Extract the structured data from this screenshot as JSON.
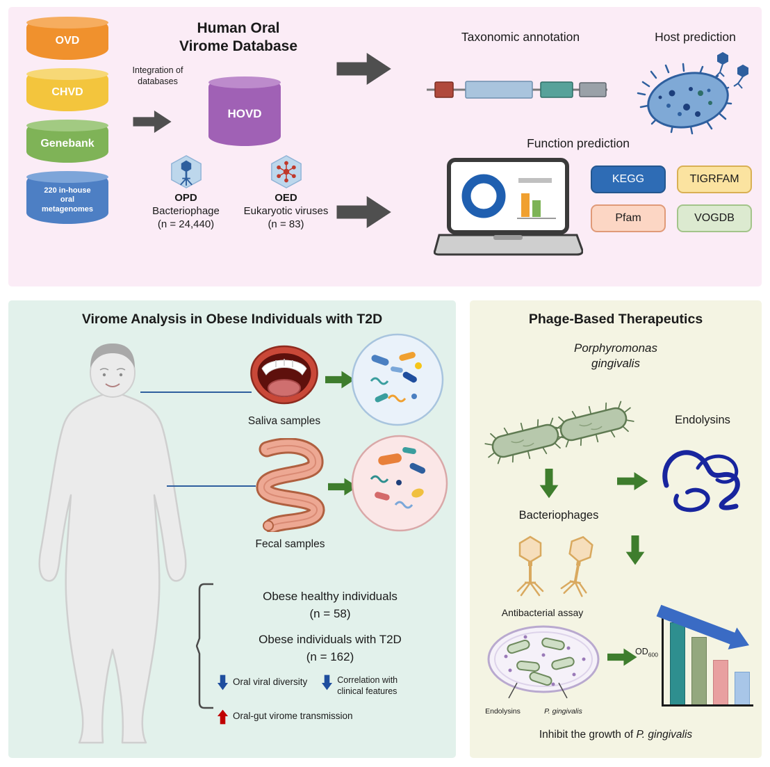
{
  "meta": {
    "figure_type": "graphical abstract"
  },
  "colors": {
    "top_panel_bg": "#fbecf6",
    "left_panel_bg": "#e2f1eb",
    "right_panel_bg": "#f4f4e3",
    "arrow_gray": "#4f4f4f",
    "arrow_green": "#3e7d2d",
    "finding_down_blue": "#1f4e9e",
    "finding_up_red": "#c00000",
    "trend_arrow_blue": "#3a6bc4",
    "hovd_purple": "#a061b5"
  },
  "top_panel": {
    "title": "Human Oral\nVirome Database",
    "integration_label": "Integration of\ndatabases",
    "databases": [
      {
        "label": "OVD",
        "body_color": "#f0912d"
      },
      {
        "label": "CHVD",
        "body_color": "#f3c53d"
      },
      {
        "label": "Genebank",
        "body_color": "#7fb357"
      },
      {
        "label": "220 in-house\noral\nmetagenomes",
        "body_color": "#4d7fc4"
      }
    ],
    "hovd_label": "HOVD",
    "opd": {
      "name": "OPD",
      "desc": "Bacteriophage",
      "count": "(n = 24,440)"
    },
    "oed": {
      "name": "OED",
      "desc": "Eukaryotic viruses",
      "count": "(n = 83)"
    },
    "taxonomic_title": "Taxonomic annotation",
    "host_title": "Host prediction",
    "function_title": "Function prediction",
    "badges": [
      {
        "label": "KEGG",
        "bg": "#2e6cb5",
        "fg": "#ffffff"
      },
      {
        "label": "TIGRFAM",
        "bg": "#fbe3a0",
        "fg": "#1a1a1a"
      },
      {
        "label": "Pfam",
        "bg": "#fcd6c4",
        "fg": "#1a1a1a"
      },
      {
        "label": "VOGDB",
        "bg": "#dcead0",
        "fg": "#1a1a1a"
      }
    ]
  },
  "left_panel": {
    "title": "Virome Analysis in Obese Individuals with T2D",
    "saliva_label": "Saliva samples",
    "fecal_label": "Fecal samples",
    "cohorts": [
      {
        "name": "Obese healthy individuals",
        "n": "(n = 58)"
      },
      {
        "name": "Obese individuals with T2D",
        "n": "(n = 162)"
      }
    ],
    "findings": [
      {
        "trend": "down",
        "text": "Oral viral diversity"
      },
      {
        "trend": "down",
        "text": "Correlation with\nclinical features"
      },
      {
        "trend": "up",
        "text": "Oral-gut virome transmission"
      }
    ]
  },
  "right_panel": {
    "title": "Phage-Based Therapeutics",
    "pathogen": "Porphyromonas\ngingivalis",
    "endolysins_label": "Endolysins",
    "bacteriophages_label": "Bacteriophages",
    "assay_label": "Antibacterial assay",
    "dish_label_endolysins": "Endolysins",
    "dish_label_pg": "P. gingivalis",
    "od_label": "OD",
    "od_subscript": "600",
    "conclusion_prefix": "Inhibit the growth of ",
    "conclusion_species": "P. gingivalis"
  },
  "chart_data": {
    "type": "bar",
    "categories": [
      "",
      "",
      "",
      ""
    ],
    "values": [
      1.0,
      0.82,
      0.54,
      0.4
    ],
    "ylabel": "OD600",
    "xlabel": "",
    "axis_tick_labels_visible": false,
    "bar_colors": [
      "#2e8f8f",
      "#94a87e",
      "#e8a0a0",
      "#a8c6e8"
    ],
    "bar_borders": [
      "#1f6b6b",
      "#6e8259",
      "#c97f7f",
      "#7aa3d0"
    ],
    "annotation": "blue arrow over bars indicates decreasing OD600"
  }
}
